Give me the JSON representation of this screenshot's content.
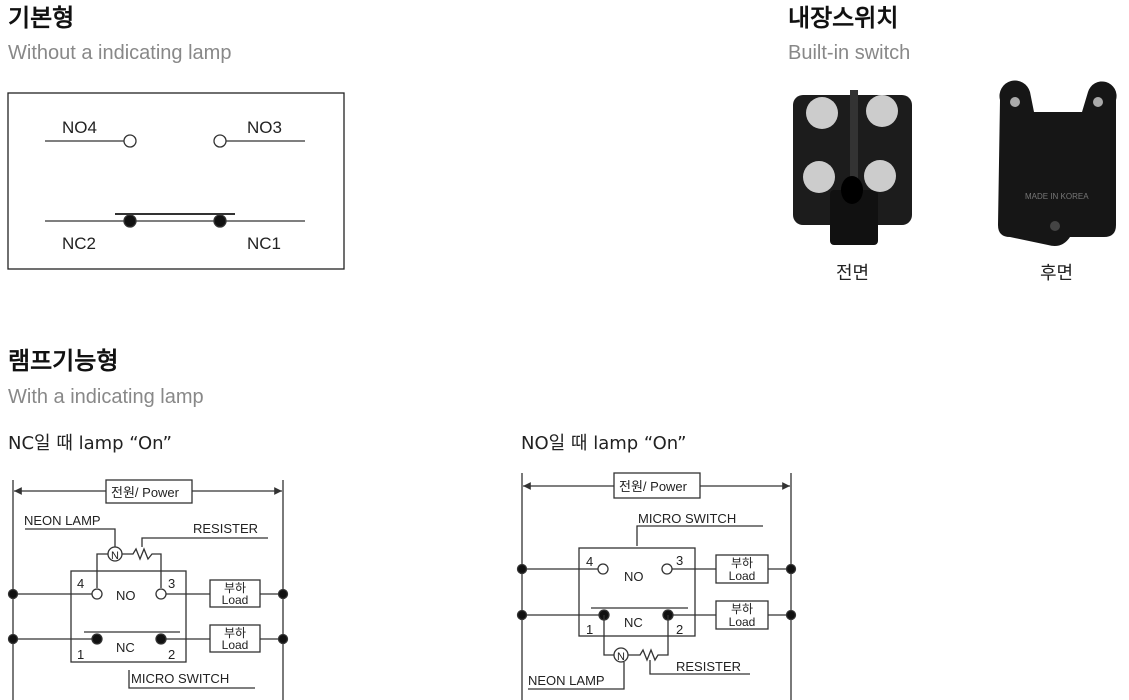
{
  "basic": {
    "title": "기본형",
    "subtitle": "Without a indicating lamp",
    "labels": {
      "no4": "NO4",
      "no3": "NO3",
      "nc2": "NC2",
      "nc1": "NC1"
    }
  },
  "builtin": {
    "title": "내장스위치",
    "subtitle": "Built-in switch",
    "front_label": "전면",
    "back_label": "후면",
    "back_marking": "MADE IN KOREA"
  },
  "lamp": {
    "title": "램프기능형",
    "subtitle": "With a indicating lamp",
    "nc_caption": "NC일 때 lamp “On”",
    "no_caption": "NO일 때 lamp “On”"
  },
  "diagram": {
    "power": "전원/ Power",
    "neon_lamp": "NEON LAMP",
    "resister": "RESISTER",
    "micro_switch": "MICRO SWITCH",
    "no": "NO",
    "nc": "NC",
    "lamp_symbol": "N",
    "load_ko": "부하",
    "load_en": "Load",
    "t1": "1",
    "t2": "2",
    "t3": "3",
    "t4": "4"
  }
}
